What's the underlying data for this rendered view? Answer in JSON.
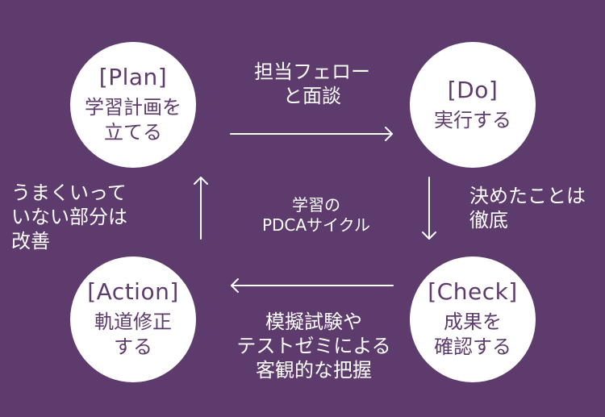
{
  "diagram": {
    "colors": {
      "background": "#5e3b6d",
      "circle_fill": "#ffffff",
      "circle_text": "#5e3b6d",
      "text": "#ffffff"
    },
    "nodes": {
      "plan": {
        "title": "[Plan]",
        "desc": "学習計画を\n立てる"
      },
      "do": {
        "title": "[Do]",
        "desc": "実行する"
      },
      "check": {
        "title": "[Check]",
        "desc": "成果を\n確認する"
      },
      "action": {
        "title": "[Action]",
        "desc": "軌道修正\nする"
      }
    },
    "edges": {
      "plan_to_do": {
        "label": "担当フェロー\nと面談",
        "icon": "arrow-right"
      },
      "do_to_check": {
        "label": "決めたことは\n徹底",
        "icon": "arrow-down"
      },
      "check_to_action": {
        "label": "模擬試験や\nテストゼミによる\n客観的な把握",
        "icon": "arrow-left"
      },
      "action_to_plan": {
        "label": "うまくいって\nいない部分は\n改善",
        "icon": "arrow-up"
      }
    },
    "center_label": "学習の\nPDCAサイクル"
  }
}
